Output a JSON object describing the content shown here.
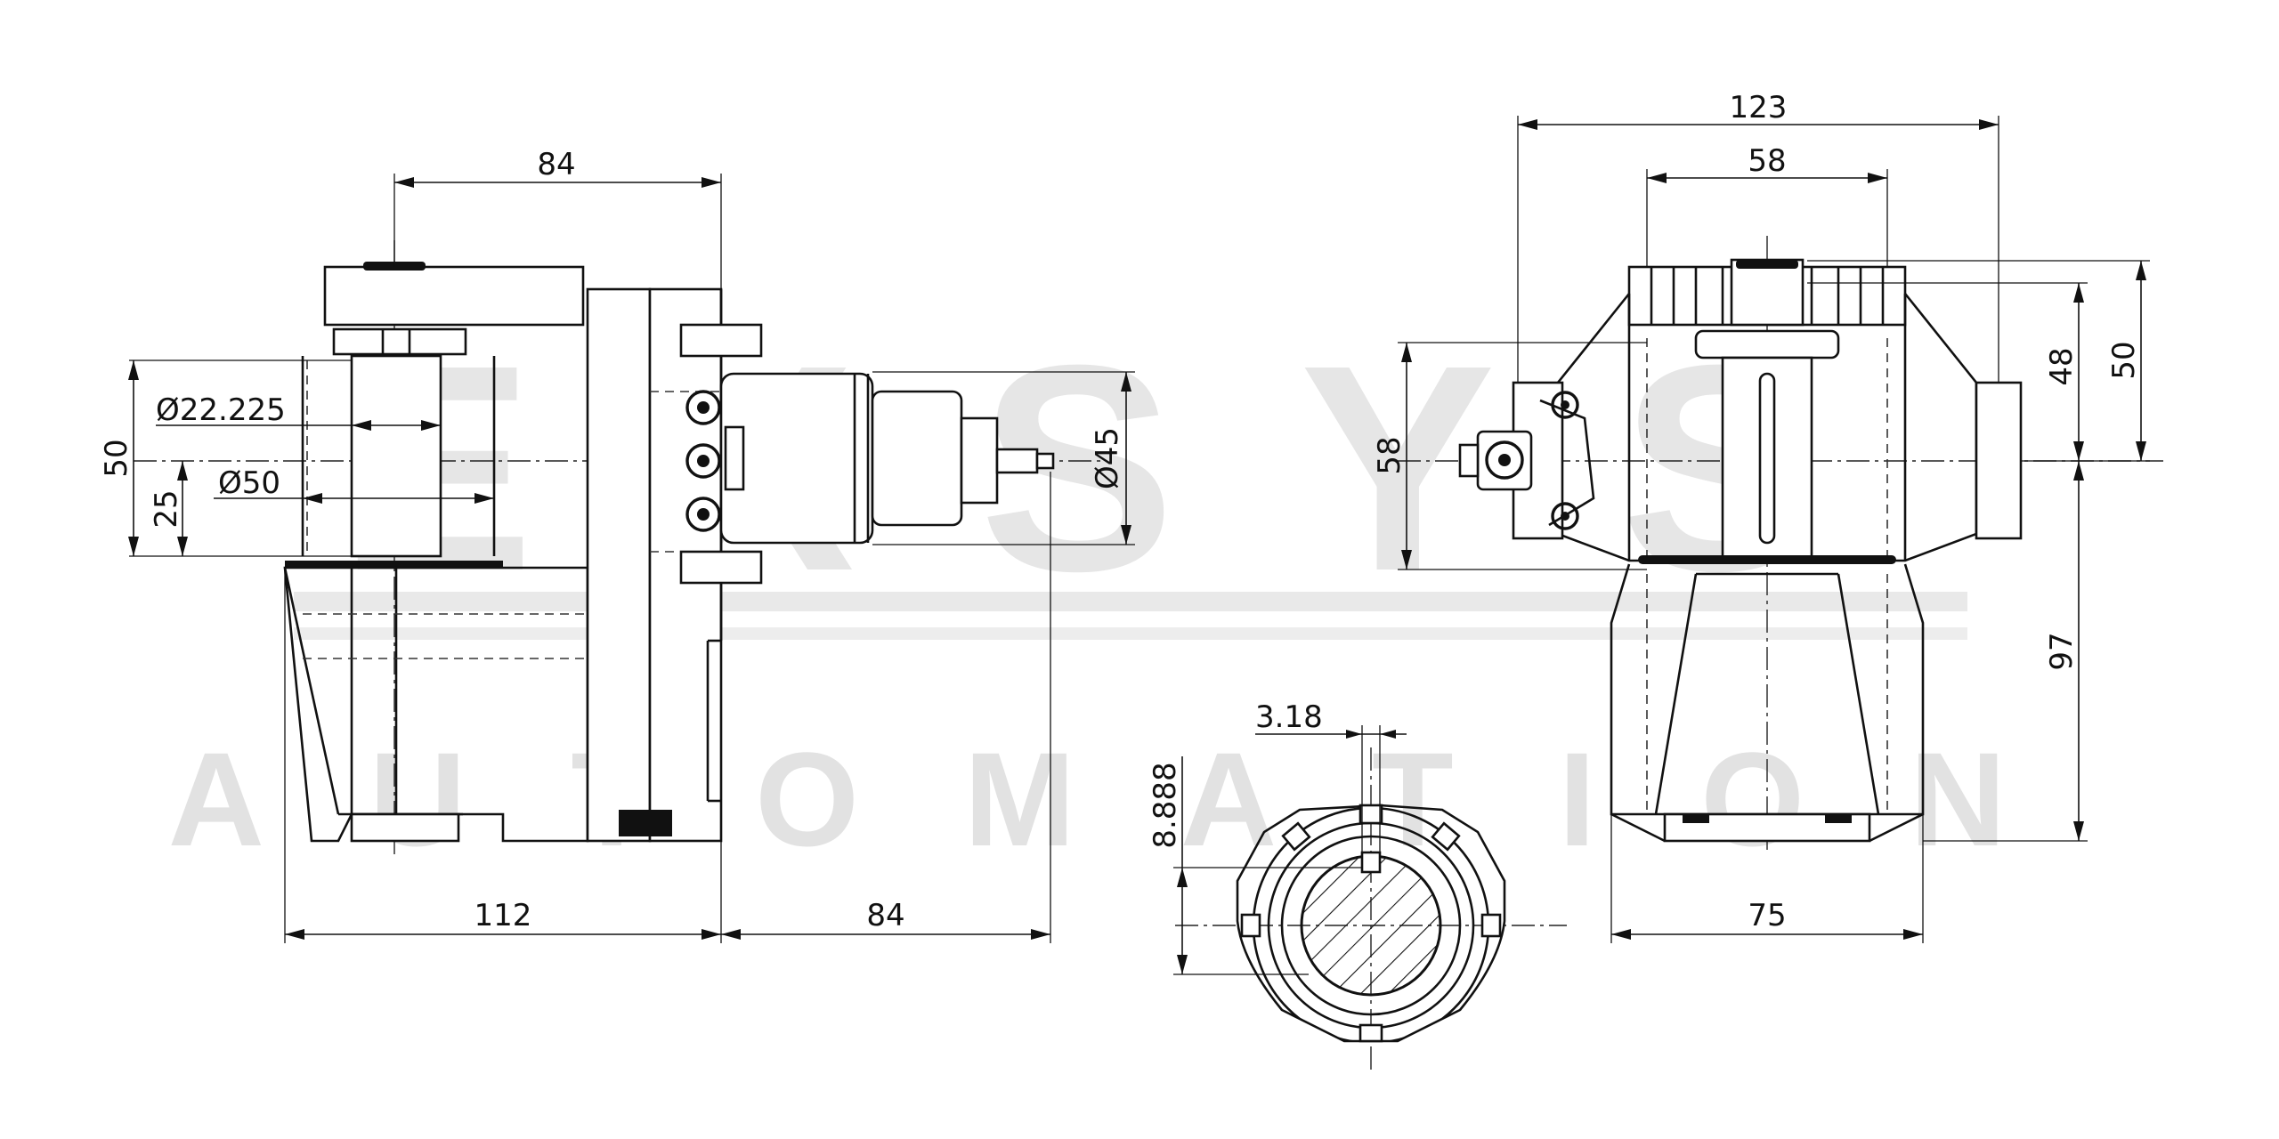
{
  "watermark": {
    "brand": "EXSYS",
    "sub": "AUTOMATION",
    "color": "#e6e6e6"
  },
  "line_color": "#111111",
  "dimensions": {
    "side_top_width": "84",
    "side_bottom_left": "112",
    "side_bottom_right": "84",
    "side_height_50": "50",
    "side_height_25": "25",
    "side_dia_22": "Ø22.225",
    "side_dia_50": "Ø50",
    "side_dia_45": "Ø45",
    "front_total_width": "123",
    "front_inner_width": "58",
    "front_left_height": "58",
    "front_right_48": "48",
    "front_right_50": "50",
    "front_right_97": "97",
    "front_bottom_width": "75",
    "key_width": "3.18",
    "key_depth": "8.888"
  }
}
